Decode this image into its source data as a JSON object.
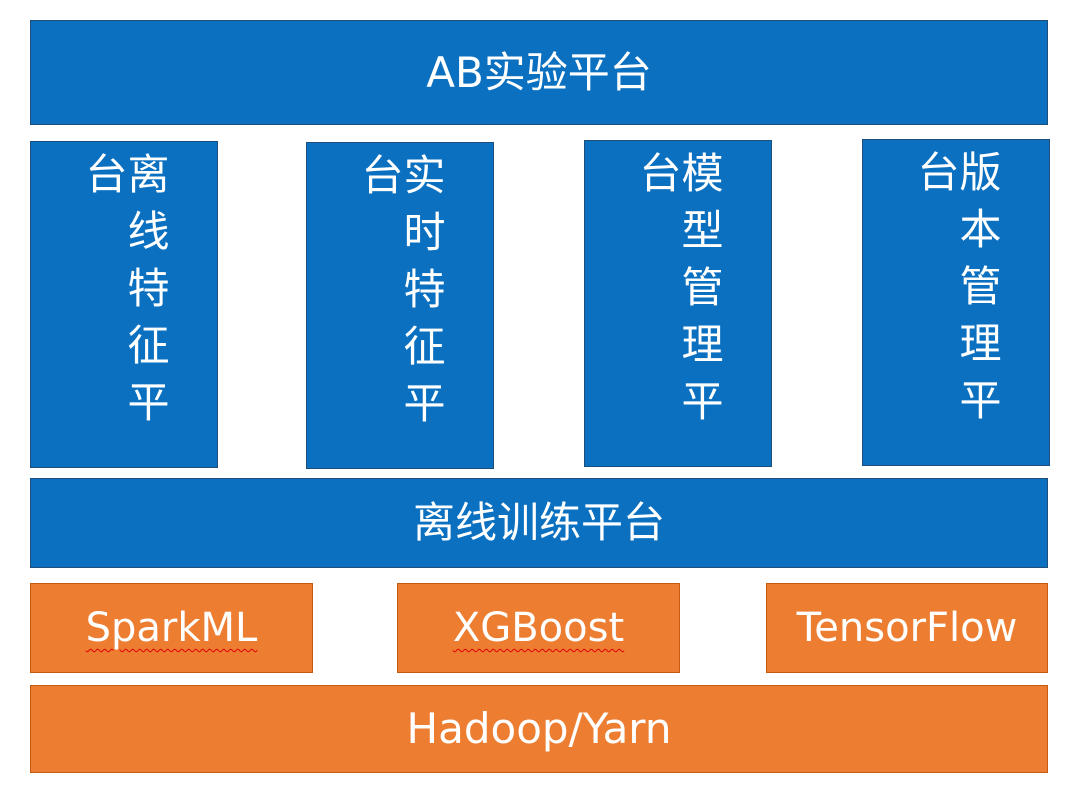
{
  "top_layer": {
    "label": "AB实验平台"
  },
  "modules": [
    {
      "label": "离线特征平台"
    },
    {
      "label": "实时特征平台"
    },
    {
      "label": "模型管理平台"
    },
    {
      "label": "版本管理平台"
    }
  ],
  "training_layer": {
    "label": "离线训练平台"
  },
  "libraries": [
    {
      "label": "SparkML"
    },
    {
      "label": "XGBoost"
    },
    {
      "label": "TensorFlow"
    }
  ],
  "base_layer": {
    "label": "Hadoop/Yarn"
  },
  "colors": {
    "blue": "#0b70c0",
    "orange": "#ed7d31",
    "text": "#ffffff"
  }
}
